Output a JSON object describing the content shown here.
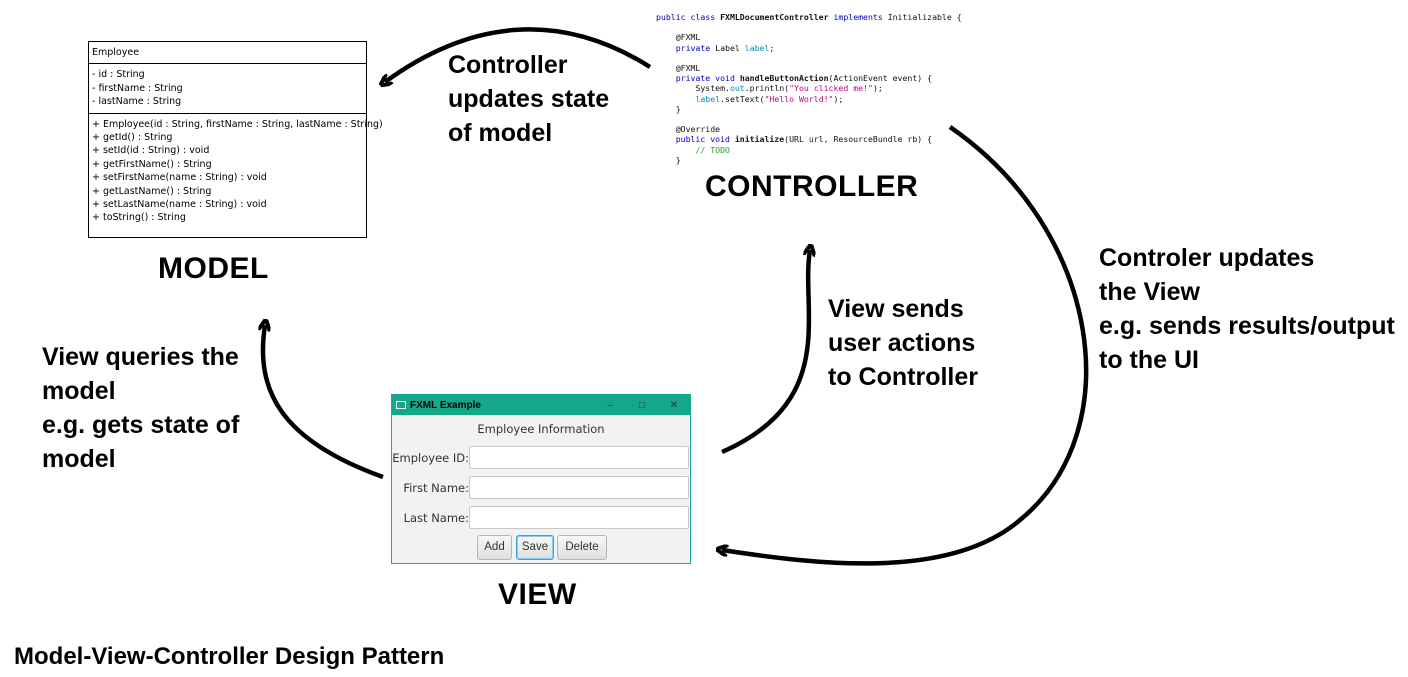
{
  "model": {
    "class_name": "Employee",
    "attributes": [
      "- id : String",
      "- firstName : String",
      "- lastName : String"
    ],
    "methods": [
      "+ Employee(id : String, firstName : String, lastName : String)",
      "+ getId() : String",
      "+ setId(id : String) : void",
      "+ getFirstName() : String",
      "+ setFirstName(name : String) : void",
      "+ getLastName() : String",
      "+ setLastName(name : String) : void",
      "+ toString() : String"
    ],
    "heading": "MODEL"
  },
  "controller": {
    "heading": "CONTROLLER",
    "code": {
      "l1_kw": "public class ",
      "l1_name": "FXMLDocumentController",
      "l1_impl": " implements ",
      "l1_rest": "Initializable {",
      "l2": "@FXML",
      "l3_kw": "private ",
      "l3_type": "Label ",
      "l3_field": "label",
      "l3_end": ";",
      "l4": "@FXML",
      "l5_kw": "private void ",
      "l5_name": "handleButtonAction",
      "l5_rest": "(ActionEvent event) {",
      "l6_a": "System.",
      "l6_b": "out",
      "l6_c": ".println(",
      "l6_str": "\"You clicked me!\"",
      "l6_end": ");",
      "l7_field": "label",
      "l7_a": ".setText(",
      "l7_str": "\"Hello World!\"",
      "l7_end": ");",
      "l8": "}",
      "l9": "@Override",
      "l10_kw": "public void ",
      "l10_name": "initialize",
      "l10_rest": "(URL url, ResourceBundle rb) {",
      "l11": "// TODO",
      "l12": "}"
    }
  },
  "view": {
    "heading": "VIEW",
    "window_title": "FXML Example",
    "minimize": "–",
    "maximize": "□",
    "close": "✕",
    "form_title": "Employee Information",
    "fields": [
      "Employee ID:",
      "First Name:",
      "Last Name:"
    ],
    "buttons": [
      "Add",
      "Save",
      "Delete"
    ]
  },
  "labels": {
    "controller_updates_model": [
      "Controller",
      "updates state",
      "of model"
    ],
    "controller_updates_view": [
      "Controler updates",
      "the View",
      "e.g. sends results/output",
      "to the UI"
    ],
    "view_sends_actions": [
      "View sends",
      "user actions",
      "to Controller"
    ],
    "view_queries_model": [
      "View queries the",
      "model",
      "e.g. gets state of",
      "model"
    ]
  },
  "caption": "Model-View-Controller Design Pattern"
}
